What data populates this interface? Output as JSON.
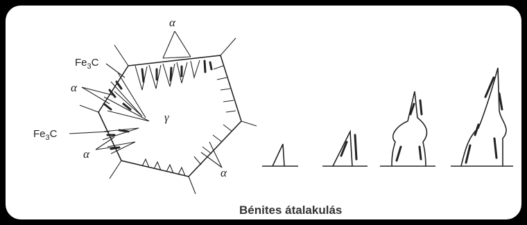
{
  "labels": {
    "alpha": "α",
    "gamma": "γ",
    "fe3c_base": "Fe",
    "fe3c_sub": "3",
    "fe3c_tail": "C"
  },
  "caption": "Bénites átalakulás"
}
